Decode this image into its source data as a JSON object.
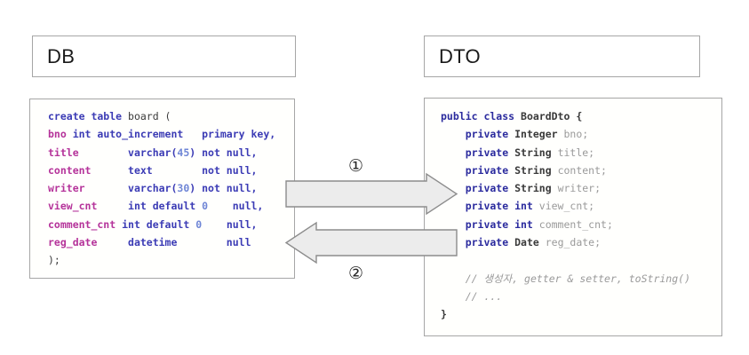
{
  "diagram": {
    "title_db": "DB",
    "title_dto": "DTO",
    "accent_fill": "#ececec",
    "accent_stroke": "#8c8c8c",
    "box_border": "#a6a6a6"
  },
  "db_panel": {
    "header_label": "DB",
    "code_language": "sql",
    "code_text": "create table board (\n    bno int auto_increment   primary key,\n    title        varchar(45)  not null,\n    content      text         not null,\n    writer       varchar(30)  not null,\n    view_cnt     int default 0    null,\n    comment_cnt int default 0    null,\n    reg_date     datetime         null\n);",
    "lines": [
      {
        "indent": 0,
        "tokens": [
          {
            "t": "create table ",
            "c": "kw"
          },
          {
            "t": "board (",
            "c": "plain"
          }
        ]
      },
      {
        "indent": 1,
        "tokens": [
          {
            "t": "bno ",
            "c": "col"
          },
          {
            "t": "int auto_increment   primary key,",
            "c": "kw"
          }
        ]
      },
      {
        "indent": 1,
        "tokens": [
          {
            "t": "title        ",
            "c": "col"
          },
          {
            "t": "varchar(",
            "c": "kw"
          },
          {
            "t": "45",
            "c": "num"
          },
          {
            "t": ") not null,",
            "c": "kw"
          }
        ]
      },
      {
        "indent": 1,
        "tokens": [
          {
            "t": "content      ",
            "c": "col"
          },
          {
            "t": "text        not null,",
            "c": "kw"
          }
        ]
      },
      {
        "indent": 1,
        "tokens": [
          {
            "t": "writer       ",
            "c": "col"
          },
          {
            "t": "varchar(",
            "c": "kw"
          },
          {
            "t": "30",
            "c": "num"
          },
          {
            "t": ") not null,",
            "c": "kw"
          }
        ]
      },
      {
        "indent": 1,
        "tokens": [
          {
            "t": "view_cnt     ",
            "c": "col"
          },
          {
            "t": "int default ",
            "c": "kw"
          },
          {
            "t": "0",
            "c": "num"
          },
          {
            "t": "    null,",
            "c": "kw"
          }
        ]
      },
      {
        "indent": 1,
        "tokens": [
          {
            "t": "comment_cnt ",
            "c": "col"
          },
          {
            "t": "int default ",
            "c": "kw"
          },
          {
            "t": "0",
            "c": "num"
          },
          {
            "t": "    null,",
            "c": "kw"
          }
        ]
      },
      {
        "indent": 1,
        "tokens": [
          {
            "t": "reg_date     ",
            "c": "col"
          },
          {
            "t": "datetime        null",
            "c": "kw"
          }
        ]
      },
      {
        "indent": 0,
        "tokens": [
          {
            "t": ");",
            "c": "plain"
          }
        ]
      }
    ]
  },
  "dto_panel": {
    "header_label": "DTO",
    "code_language": "java",
    "code_text": "public class BoardDto {\n    private Integer bno;\n    private String title;\n    private String content;\n    private String writer;\n    private int view_cnt;\n    private int comment_cnt;\n    private Date reg_date;\n\n    // 생성자, getter & setter, toString()\n    // ...\n}",
    "lines": [
      {
        "tokens": [
          {
            "t": "public class ",
            "c": "jkw"
          },
          {
            "t": "BoardDto {",
            "c": "jtype"
          }
        ]
      },
      {
        "tokens": [
          {
            "t": "    private ",
            "c": "jkw"
          },
          {
            "t": "Integer ",
            "c": "jtype"
          },
          {
            "t": "bno;",
            "c": "jid"
          }
        ]
      },
      {
        "tokens": [
          {
            "t": "    private ",
            "c": "jkw"
          },
          {
            "t": "String ",
            "c": "jtype"
          },
          {
            "t": "title;",
            "c": "jid"
          }
        ]
      },
      {
        "tokens": [
          {
            "t": "    private ",
            "c": "jkw"
          },
          {
            "t": "String ",
            "c": "jtype"
          },
          {
            "t": "content;",
            "c": "jid"
          }
        ]
      },
      {
        "tokens": [
          {
            "t": "    private ",
            "c": "jkw"
          },
          {
            "t": "String ",
            "c": "jtype"
          },
          {
            "t": "writer;",
            "c": "jid"
          }
        ]
      },
      {
        "tokens": [
          {
            "t": "    private int ",
            "c": "jkw"
          },
          {
            "t": "view_cnt;",
            "c": "jid"
          }
        ]
      },
      {
        "tokens": [
          {
            "t": "    private int ",
            "c": "jkw"
          },
          {
            "t": "comment_cnt;",
            "c": "jid"
          }
        ]
      },
      {
        "tokens": [
          {
            "t": "    private ",
            "c": "jkw"
          },
          {
            "t": "Date ",
            "c": "jtype"
          },
          {
            "t": "reg_date;",
            "c": "jid"
          }
        ]
      },
      {
        "tokens": [
          {
            "t": " ",
            "c": "jid"
          }
        ]
      },
      {
        "tokens": [
          {
            "t": "    // 생성자, getter & setter, toString()",
            "c": "jcom"
          }
        ]
      },
      {
        "tokens": [
          {
            "t": "    // ...",
            "c": "jcom"
          }
        ]
      },
      {
        "tokens": [
          {
            "t": "}",
            "c": "jtype"
          }
        ]
      }
    ]
  },
  "flows": [
    {
      "id": "1",
      "label": "①",
      "direction": "right",
      "from": "DB",
      "to": "DTO"
    },
    {
      "id": "2",
      "label": "②",
      "direction": "left",
      "from": "DTO",
      "to": "DB"
    }
  ]
}
